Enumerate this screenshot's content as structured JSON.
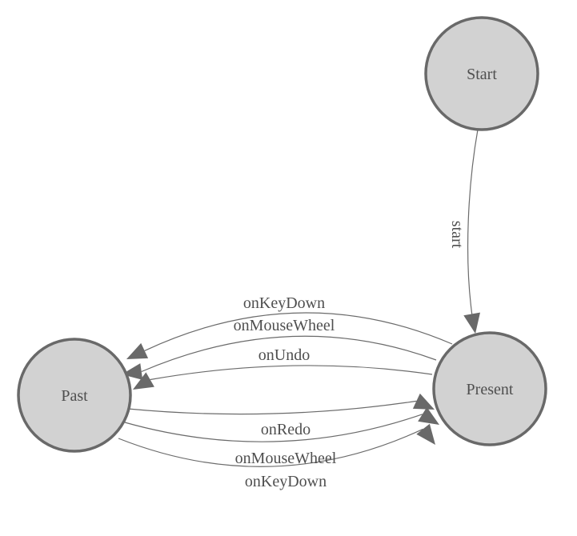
{
  "diagram": {
    "type": "state-machine",
    "background": "#ffffff",
    "colors": {
      "background": "#ffffff",
      "node_fill": "#d2d2d2",
      "node_stroke": "#696969",
      "edge_stroke": "#6b6b6b",
      "arrow_fill": "#696969",
      "label_color": "#4f4f4f"
    },
    "nodes": [
      {
        "id": "start",
        "label": "Start"
      },
      {
        "id": "past",
        "label": "Past"
      },
      {
        "id": "present",
        "label": "Present"
      }
    ],
    "edges": [
      {
        "from": "Start",
        "to": "Present",
        "label": "start"
      },
      {
        "from": "Present",
        "to": "Past",
        "label": "onKeyDown"
      },
      {
        "from": "Present",
        "to": "Past",
        "label": "onMouseWheel"
      },
      {
        "from": "Present",
        "to": "Past",
        "label": "onUndo"
      },
      {
        "from": "Past",
        "to": "Present",
        "label": "onRedo"
      },
      {
        "from": "Past",
        "to": "Present",
        "label": "onMouseWheel"
      },
      {
        "from": "Past",
        "to": "Present",
        "label": "onKeyDown"
      }
    ]
  }
}
